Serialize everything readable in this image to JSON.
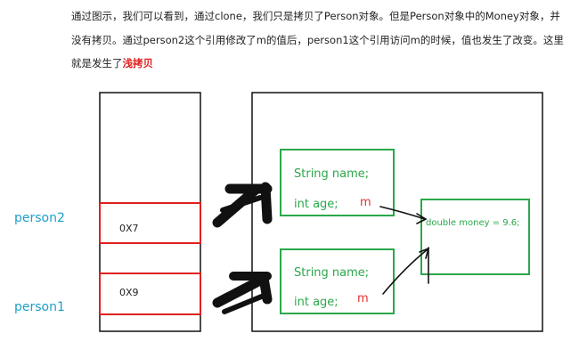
{
  "paragraph": {
    "line1": "通过图示，我们可以看到，通过clone，我们只是拷贝了Person对象。但是Person对象中的Money对象，并",
    "line2": "没有拷贝。通过person2这个引用修改了m的值后，person1这个引用访问m的时候，值也发生了改变。这里",
    "line3_prefix": "就是发生了",
    "line3_highlight": "浅拷贝"
  },
  "diagram": {
    "stack": {
      "person2": {
        "label": "person2",
        "address": "0X7"
      },
      "person1": {
        "label": "person1",
        "address": "0X9"
      }
    },
    "heap": {
      "object_top": {
        "field1": "String name;",
        "field2": "int age;",
        "ref": "m"
      },
      "object_bottom": {
        "field1": "String name;",
        "field2": "int age;",
        "ref": "m"
      },
      "money": {
        "text": "double money = 9.6;"
      }
    }
  },
  "colors": {
    "red_box": "#e02020",
    "green_box": "#2aa84a",
    "label_blue": "#1ea0c8",
    "black": "#111111"
  }
}
